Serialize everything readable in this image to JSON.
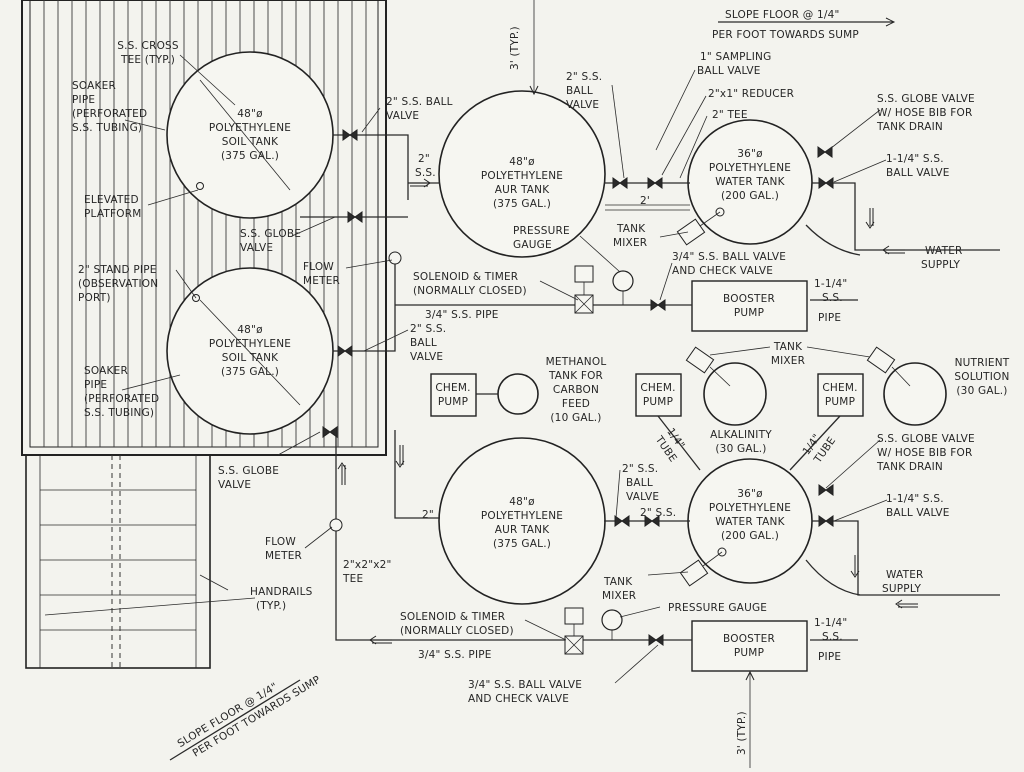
{
  "top_note": {
    "l1": "SLOPE FLOOR @ 1/4\"",
    "l2": "PER FOOT TOWARDS SUMP"
  },
  "bottom_note": {
    "l1": "SLOPE FLOOR @ 1/4\"",
    "l2": "PER FOOT TOWARDS SUMP"
  },
  "dim_top": "3' (TYP.)",
  "dim_bottom": "3' (TYP.)",
  "dim_2ft": "2'",
  "soil_tank_1": {
    "l1": "48\"ø",
    "l2": "POLYETHYLENE",
    "l3": "SOIL TANK",
    "l4": "(375 GAL.)"
  },
  "soil_tank_2": {
    "l1": "48\"ø",
    "l2": "POLYETHYLENE",
    "l3": "SOIL TANK",
    "l4": "(375 GAL.)"
  },
  "air_tank_1": {
    "l1": "48\"ø",
    "l2": "POLYETHYLENE",
    "l3": "AUR TANK",
    "l4": "(375 GAL.)"
  },
  "air_tank_2": {
    "l1": "48\"ø",
    "l2": "POLYETHYLENE",
    "l3": "AUR TANK",
    "l4": "(375 GAL.)"
  },
  "water_tank_1": {
    "l1": "36\"ø",
    "l2": "POLYETHYLENE",
    "l3": "WATER TANK",
    "l4": "(200 GAL.)"
  },
  "water_tank_2": {
    "l1": "36\"ø",
    "l2": "POLYETHYLENE",
    "l3": "WATER TANK",
    "l4": "(200 GAL.)"
  },
  "booster_pump": {
    "l1": "BOOSTER",
    "l2": "PUMP"
  },
  "chem_pump": {
    "l1": "CHEM.",
    "l2": "PUMP"
  },
  "labels": {
    "ss_cross_tee": [
      "S.S. CROSS",
      "TEE (TYP.)"
    ],
    "soaker_pipe": [
      "SOAKER",
      "PIPE",
      "(PERFORATED",
      "S.S. TUBING)"
    ],
    "soaker_pipe_2": [
      "SOAKER",
      "PIPE",
      "(PERFORATED",
      "S.S. TUBING)"
    ],
    "elevated_platform": [
      "ELEVATED",
      "PLATFORM"
    ],
    "stand_pipe": [
      "2\" STAND PIPE",
      "(OBSERVATION",
      "PORT)"
    ],
    "ss_ball_valve_2in": [
      "2\" S.S. BALL",
      "VALVE"
    ],
    "two_in_ss": [
      "2\"",
      "S.S."
    ],
    "ss_globe_valve_1": [
      "S.S. GLOBE",
      "VALVE"
    ],
    "ss_globe_valve_2": [
      "S.S. GLOBE",
      "VALVE"
    ],
    "flow_meter_1": [
      "FLOW",
      "METER"
    ],
    "flow_meter_2": [
      "FLOW",
      "METER"
    ],
    "ss_ball_valve_b": [
      "2\" S.S.",
      "BALL",
      "VALVE"
    ],
    "ss_ball_valve_top": [
      "2\" S.S.",
      "BALL",
      "VALVE"
    ],
    "sampling_valve": [
      "1\" SAMPLING",
      "BALL VALVE"
    ],
    "reducer": "2\"x1\" REDUCER",
    "tee_2in": "2\" TEE",
    "globe_hose_1": [
      "S.S. GLOBE VALVE",
      "W/ HOSE BIB FOR",
      "TANK DRAIN"
    ],
    "globe_hose_2": [
      "S.S. GLOBE VALVE",
      "W/ HOSE BIB FOR",
      "TANK DRAIN"
    ],
    "ball_valve_114_1": [
      "1-1/4\" S.S.",
      "BALL VALVE"
    ],
    "ball_valve_114_2": [
      "1-1/4\" S.S.",
      "BALL VALVE"
    ],
    "pressure_gauge_1": [
      "PRESSURE",
      "GAUGE"
    ],
    "pressure_gauge_2": "PRESSURE GAUGE",
    "tank_mixer_1": [
      "TANK",
      "MIXER"
    ],
    "tank_mixer_2": [
      "TANK",
      "MIXER"
    ],
    "tank_mixer_3": [
      "TANK",
      "MIXER"
    ],
    "water_supply_1": [
      "WATER",
      "SUPPLY"
    ],
    "water_supply_2": [
      "WATER",
      "SUPPLY"
    ],
    "solenoid_1": [
      "SOLENOID & TIMER",
      "(NORMALLY CLOSED)"
    ],
    "solenoid_2": [
      "SOLENOID & TIMER",
      "(NORMALLY CLOSED)"
    ],
    "check_valve_1": [
      "3/4\" S.S. BALL VALVE",
      "AND CHECK VALVE"
    ],
    "check_valve_2": [
      "3/4\" S.S. BALL VALVE",
      "AND CHECK VALVE"
    ],
    "pipe_114_1": [
      "1-1/4\"",
      "S.S.",
      "PIPE"
    ],
    "pipe_114_2": [
      "1-1/4\"",
      "S.S.",
      "PIPE"
    ],
    "pipe_34_1": "3/4\" S.S. PIPE",
    "pipe_34_2": "3/4\" S.S. PIPE",
    "methanol_tank": [
      "METHANOL",
      "TANK FOR",
      "CARBON",
      "FEED",
      "(10 GAL.)"
    ],
    "nutrient": [
      "NUTRIENT",
      "SOLUTION",
      "(30 GAL.)"
    ],
    "alkalinity": [
      "ALKALINITY",
      "(30 GAL.)"
    ],
    "tube_quarter": [
      "1/4\"",
      "TUBE"
    ],
    "tee_222": [
      "2\"x2\"x2\"",
      "TEE"
    ],
    "two_in_a": "2\"",
    "two_in_b": "2\"  S.S.",
    "handrails": [
      "HANDRAILS",
      "(TYP.)"
    ]
  }
}
